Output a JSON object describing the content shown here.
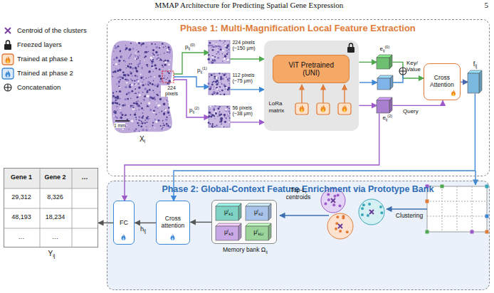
{
  "diagram": {
    "nodes": [
      {
        "text": [
          "Phase 1: Multi-Magnification Local Feature Extraction"
        ]
      },
      {
        "text": [
          "224 pixels (~150 μm)"
        ],
        "in": 0
      },
      {
        "text": [
          "112 pixels (~75 μm)"
        ],
        "in": 0
      },
      {
        "text": [
          "56 pixels (~38 μm)"
        ],
        "in": 0
      },
      {
        "text": [
          "LoRa matrix"
        ],
        "in": 0
      },
      {
        "text": [
          "ViT Pretrained (UNI)"
        ],
        "in": 4
      },
      {
        "text": [
          "eij(0)"
        ],
        "in": 0
      },
      {
        "text": [
          "eij(2)"
        ],
        "in": 0
      },
      {
        "text": [
          "Cross Attention"
        ],
        "in": 0
      },
      {
        "text": [
          "fij"
        ],
        "in": 0
      },
      {
        "text": [
          "Phase 2: Global-Context Feature Enrichment via Prototype Bank"
        ]
      },
      {
        "text": [
          "FC"
        ],
        "in": 10
      },
      {
        "text": [
          "Cross attention"
        ],
        "in": 10
      },
      {
        "text": [
          "Memory bank Ωij"
        ],
        "in": 10
      },
      {
        "text": [
          "μik1"
        ],
        "in": 13
      },
      {
        "text": [
          "μik2"
        ],
        "in": 13
      },
      {
        "text": [
          "μik3"
        ],
        "in": 13
      },
      {
        "text": [
          "μikLi"
        ],
        "in": 13
      },
      {
        "text": [
          "Yij"
        ]
      }
    ],
    "edges": [
      {
        "from": 1,
        "to": 4,
        "arrow": "to"
      },
      {
        "from": 2,
        "to": 4,
        "arrow": "to"
      },
      {
        "from": 3,
        "to": 4,
        "arrow": "to"
      },
      {
        "from": 4,
        "to": 6,
        "arrow": "to"
      },
      {
        "from": 4,
        "to": 7,
        "arrow": "to"
      },
      {
        "from": 6,
        "to": 8,
        "label": "Key/ Value",
        "arrow": "to"
      },
      {
        "from": 7,
        "to": 8,
        "label": "Query",
        "arrow": "to"
      },
      {
        "from": 8,
        "to": 9,
        "arrow": "to"
      },
      {
        "from": 7,
        "to": 11,
        "arrow": "to"
      },
      {
        "from": 9,
        "to": 12,
        "arrow": "to"
      },
      {
        "from": 13,
        "to": 12,
        "arrow": "to"
      },
      {
        "from": 12,
        "to": 11,
        "label": "hij",
        "arrow": "to"
      },
      {
        "from": 11,
        "to": 18,
        "arrow": "to"
      }
    ],
    "labels": [
      "MMAP Architecture for Predicting Spatial Gene Expression",
      "5",
      "Xi",
      "1 mm",
      "224 pixels",
      "pij(0)",
      "pij(1)",
      "pij(2)",
      "Top-Li centroids",
      "Clustering",
      "Gene 1",
      "Gene 2",
      "…",
      "29,312",
      "8,326",
      "48,193",
      "18,234",
      "…",
      "…"
    ],
    "legend": [
      {
        "text": "Centroid of the clusters"
      },
      {
        "text": "Freezed layers"
      },
      {
        "text": "Trained at phase 1"
      },
      {
        "text": "Trained at phase 2"
      },
      {
        "text": "Concatenation"
      }
    ]
  }
}
